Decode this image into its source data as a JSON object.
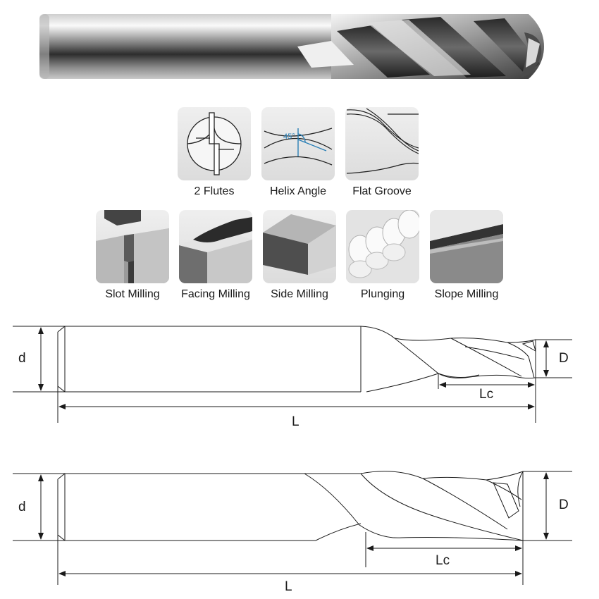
{
  "features": [
    {
      "label": "2 Flutes",
      "icon": "two-flutes-icon"
    },
    {
      "label": "Helix Angle",
      "icon": "helix-angle-icon",
      "angle_text": "45°"
    },
    {
      "label": "Flat Groove",
      "icon": "flat-groove-icon"
    }
  ],
  "operations": [
    {
      "label": "Slot Milling",
      "icon": "slot-milling-icon"
    },
    {
      "label": "Facing Milling",
      "icon": "facing-milling-icon"
    },
    {
      "label": "Side Milling",
      "icon": "side-milling-icon"
    },
    {
      "label": "Plunging",
      "icon": "plunging-icon"
    },
    {
      "label": "Slope Milling",
      "icon": "slope-milling-icon"
    }
  ],
  "drawing_1": {
    "shank_dia": "d",
    "cut_dia": "D",
    "flute_length": "Lc",
    "overall_length": "L"
  },
  "drawing_2": {
    "shank_dia": "d",
    "cut_dia": "D",
    "flute_length": "Lc",
    "overall_length": "L"
  },
  "colors": {
    "accent": "#2a7fb5",
    "tile": "#e6e6e6",
    "dark": "#555555",
    "line": "#1a1a1a"
  }
}
